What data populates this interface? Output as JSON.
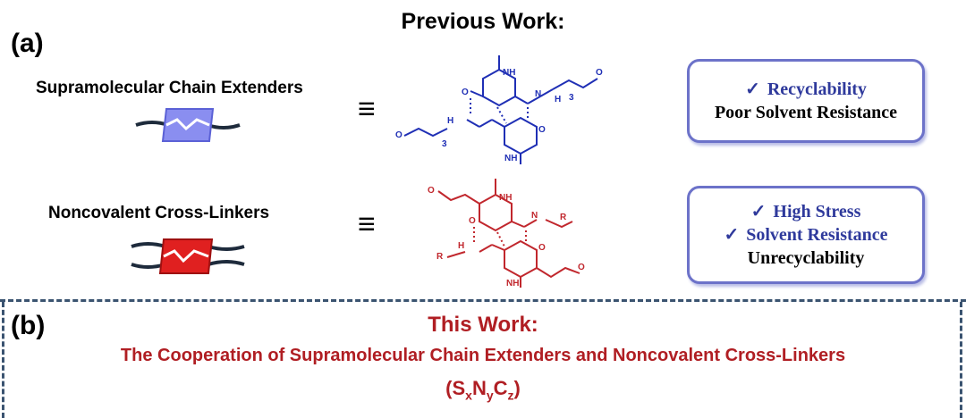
{
  "panel_a": {
    "label": "(a)",
    "title": "Previous Work:",
    "row1": {
      "label": "Supramolecular Chain Extenders",
      "equiv": "≡",
      "color": "#1f2fb5",
      "box": {
        "check": "✓",
        "line1": "Recyclability",
        "line2": "Poor Solvent Resistance"
      }
    },
    "row2": {
      "label": "Noncovalent Cross-Linkers",
      "equiv": "≡",
      "color": "#c1272d",
      "box": {
        "check": "✓",
        "line1": "High Stress",
        "line2": "Solvent Resistance",
        "line3": "Unrecyclability"
      }
    }
  },
  "panel_b": {
    "label": "(b)",
    "title": "This Work:",
    "subtitle": "The Cooperation of Supramolecular Chain Extenders  and  Noncovalent Cross-Linkers",
    "formula": {
      "open": "(",
      "s": "S",
      "x": "x",
      "n": "N",
      "y": "y",
      "c": "C",
      "z": "z",
      "close": ")"
    }
  },
  "molecule_labels": {
    "nh": "NH",
    "n": "N",
    "h": "H",
    "o": "O",
    "sub3": "3",
    "r": "R"
  },
  "colors": {
    "accent_blue": "#1f2fb5",
    "accent_red": "#c1272d",
    "box_border": "#6c72c9",
    "dash": "#3a5370",
    "title_red": "#b01e23"
  }
}
